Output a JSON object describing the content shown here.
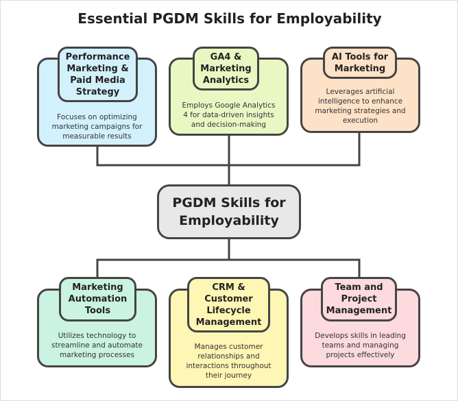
{
  "title": "Essential PGDM Skills for Employability",
  "center": {
    "label": "PGDM Skills for Employability"
  },
  "skills": [
    {
      "title": "Performance Marketing & Paid Media Strategy",
      "description": "Focuses on optimizing marketing campaigns for measurable results",
      "color": "#d3f1fc"
    },
    {
      "title": "GA4 & Marketing Analytics",
      "description": "Employs Google Analytics 4 for data-driven insights and decision-making",
      "color": "#e9f8c3"
    },
    {
      "title": "AI Tools for Marketing",
      "description": "Leverages artificial intelligence to enhance marketing strategies and execution",
      "color": "#fde2c8"
    },
    {
      "title": "Marketing Automation Tools",
      "description": "Utilizes technology to streamline and automate marketing processes",
      "color": "#caf3e1"
    },
    {
      "title": "CRM & Customer Lifecycle Management",
      "description": "Manages customer relationships and interactions throughout their journey",
      "color": "#fef6b4"
    },
    {
      "title": "Team and Project Management",
      "description": "Develops skills in leading teams and managing projects effectively",
      "color": "#fcdadd"
    }
  ]
}
